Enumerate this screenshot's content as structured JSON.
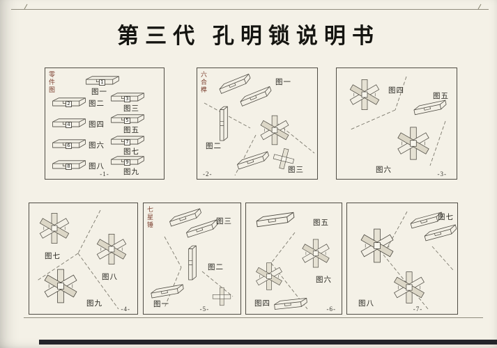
{
  "page": {
    "title": "第三代  孔明锁说明书"
  },
  "panels": [
    {
      "side_label": "零件图",
      "page_no": "-1-",
      "pieces": [
        {
          "num": "1",
          "label": "图一"
        },
        {
          "num": "2",
          "label": "图二"
        },
        {
          "num": "3",
          "label": "图三"
        },
        {
          "num": "4",
          "label": "图四"
        },
        {
          "num": "5",
          "label": "图五"
        },
        {
          "num": "6",
          "label": "图六"
        },
        {
          "num": "7",
          "label": "图七"
        },
        {
          "num": "8",
          "label": "图八"
        },
        {
          "num": "9",
          "label": "图九"
        }
      ]
    },
    {
      "side_label": "六合榫",
      "page_no": "-2-",
      "figures": [
        {
          "label": "图一"
        },
        {
          "label": "图二"
        },
        {
          "label": "图三"
        }
      ]
    },
    {
      "page_no": "-3-",
      "figures": [
        {
          "label": "图四"
        },
        {
          "label": "图五"
        },
        {
          "label": "图六"
        }
      ]
    },
    {
      "page_no": "-4-",
      "figures": [
        {
          "label": "图七"
        },
        {
          "label": "图八"
        },
        {
          "label": "图九"
        }
      ]
    },
    {
      "side_label": "七星锤",
      "page_no": "-5-",
      "figures": [
        {
          "label": "图三"
        },
        {
          "label": "图二"
        },
        {
          "label": "图一"
        }
      ]
    },
    {
      "page_no": "-6-",
      "figures": [
        {
          "label": "图五"
        },
        {
          "label": "图六"
        },
        {
          "label": "图四"
        }
      ]
    },
    {
      "page_no": "-7-",
      "figures": [
        {
          "label": "图七"
        },
        {
          "label": "图八"
        }
      ]
    }
  ]
}
